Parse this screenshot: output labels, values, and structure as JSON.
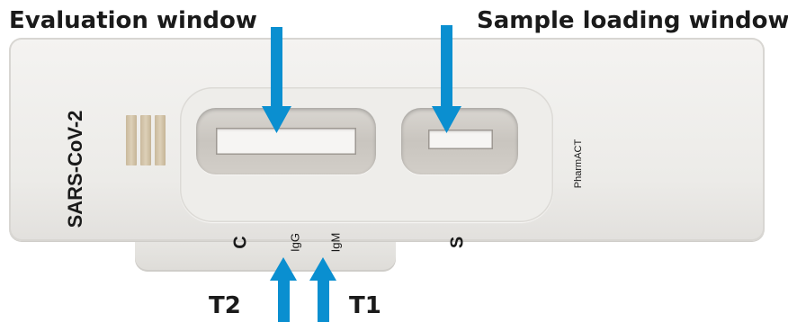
{
  "labels": {
    "evaluation_window": "Evaluation window",
    "sample_loading_window": "Sample loading window",
    "t2": "T2",
    "t1": "T1"
  },
  "cassette": {
    "product_name": "SARS-CoV-2",
    "brand": "PharmACT",
    "bands": {
      "control": "C",
      "igg": "IgG",
      "igm": "IgM",
      "sample": "S"
    }
  },
  "colors": {
    "arrow": "#0a8fd0",
    "text": "#1a1a1a",
    "cassette_body": "#ecebe8"
  }
}
